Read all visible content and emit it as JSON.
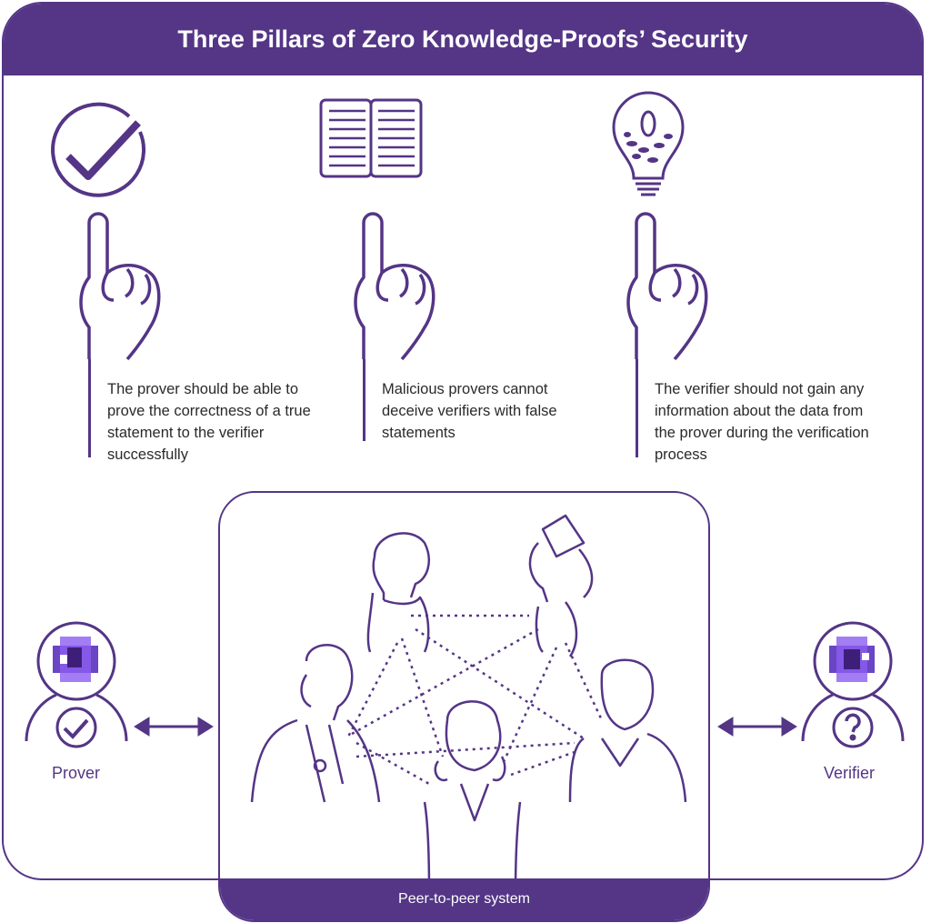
{
  "title": "Three Pillars of Zero Knowledge-Proofs’ Security",
  "pillars": [
    {
      "icon": "checkmark-circle-icon",
      "text": "The prover should be able to prove the correctness of a true statement to the verifier successfully"
    },
    {
      "icon": "open-book-icon",
      "text": "Malicious provers cannot deceive verifiers with false statements"
    },
    {
      "icon": "lightbulb-icon",
      "text": "The verifier should not gain any information about the data from the prover during the verification process"
    }
  ],
  "prover": {
    "label": "Prover"
  },
  "verifier": {
    "label": "Verifier"
  },
  "network": {
    "label": "Peer-to-peer system"
  },
  "colors": {
    "accent": "#543586",
    "accent_light": "#8c5cf0"
  }
}
